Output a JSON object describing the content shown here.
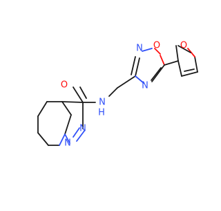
{
  "colors": {
    "bond": "#1a1a1a",
    "oxygen": "#ff0d0d",
    "nitrogen": "#3050f8",
    "background": "#ffffff"
  },
  "atoms": {
    "carbonyl_oxygen": "O",
    "amide_nitrogen": "N",
    "amide_hydrogen": "H",
    "oxadiazole_n2": "N",
    "oxadiazole_o1": "O",
    "oxadiazole_n4": "N",
    "furan_oxygen": "O",
    "pyrazole_n1": "N",
    "pyrazole_n2": "N"
  }
}
